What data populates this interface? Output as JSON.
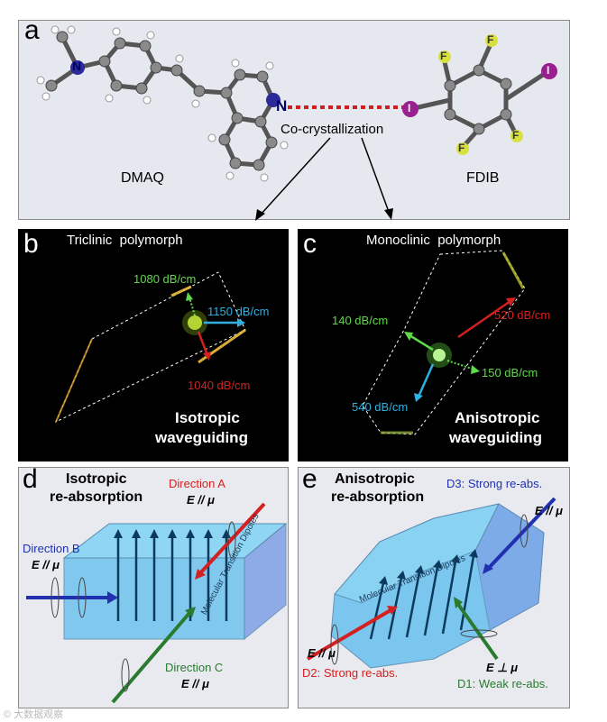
{
  "panel_a": {
    "letter": "a",
    "n_label": "N",
    "link_label": "Co-crystallization",
    "left_molecule": "DMAQ",
    "right_molecule": "FDIB",
    "atom_f": "F",
    "atom_i": "I"
  },
  "panel_b": {
    "letter": "b",
    "title": "Triclinic  polymorph",
    "loss_top": "1080 dB/cm",
    "loss_right": "1150 dB/cm",
    "loss_bottom": "1040 dB/cm",
    "caption_l1": "Isotropic",
    "caption_l2": "waveguiding"
  },
  "panel_c": {
    "letter": "c",
    "title": "Monoclinic  polymorph",
    "loss_red": "520 dB/cm",
    "loss_green_left": "140 dB/cm",
    "loss_green_right": "150 dB/cm",
    "loss_blue": "540 dB/cm",
    "caption_l1": "Anisotropic",
    "caption_l2": "waveguiding"
  },
  "panel_d": {
    "letter": "d",
    "title_l1": "Isotropic",
    "title_l2": "re-absorption",
    "dir_a": "Direction A",
    "dir_b": "Direction B",
    "dir_c": "Direction C",
    "e_parallel": "E // μ",
    "box_label": "Molecular Transition Dipoles"
  },
  "panel_e": {
    "letter": "e",
    "title_l1": "Anisotropic",
    "title_l2": "re-absorption",
    "d3": "D3: Strong re-abs.",
    "d2": "D2: Strong re-abs.",
    "d1": "D1: Weak re-abs.",
    "e_parallel": "E // μ",
    "e_perp": "E ⊥ μ",
    "box_label": "Molecular Transition Dipoles"
  },
  "watermark": "© 大数据观察",
  "colors": {
    "panel_bg": "#e8eaf0",
    "dark_bg": "#000000",
    "red": "#d42020",
    "blue": "#2060c0",
    "green": "#2a7a30",
    "cyan": "#30b0e0",
    "lime": "#5fd84a",
    "crystal": "#6fc3ee"
  }
}
